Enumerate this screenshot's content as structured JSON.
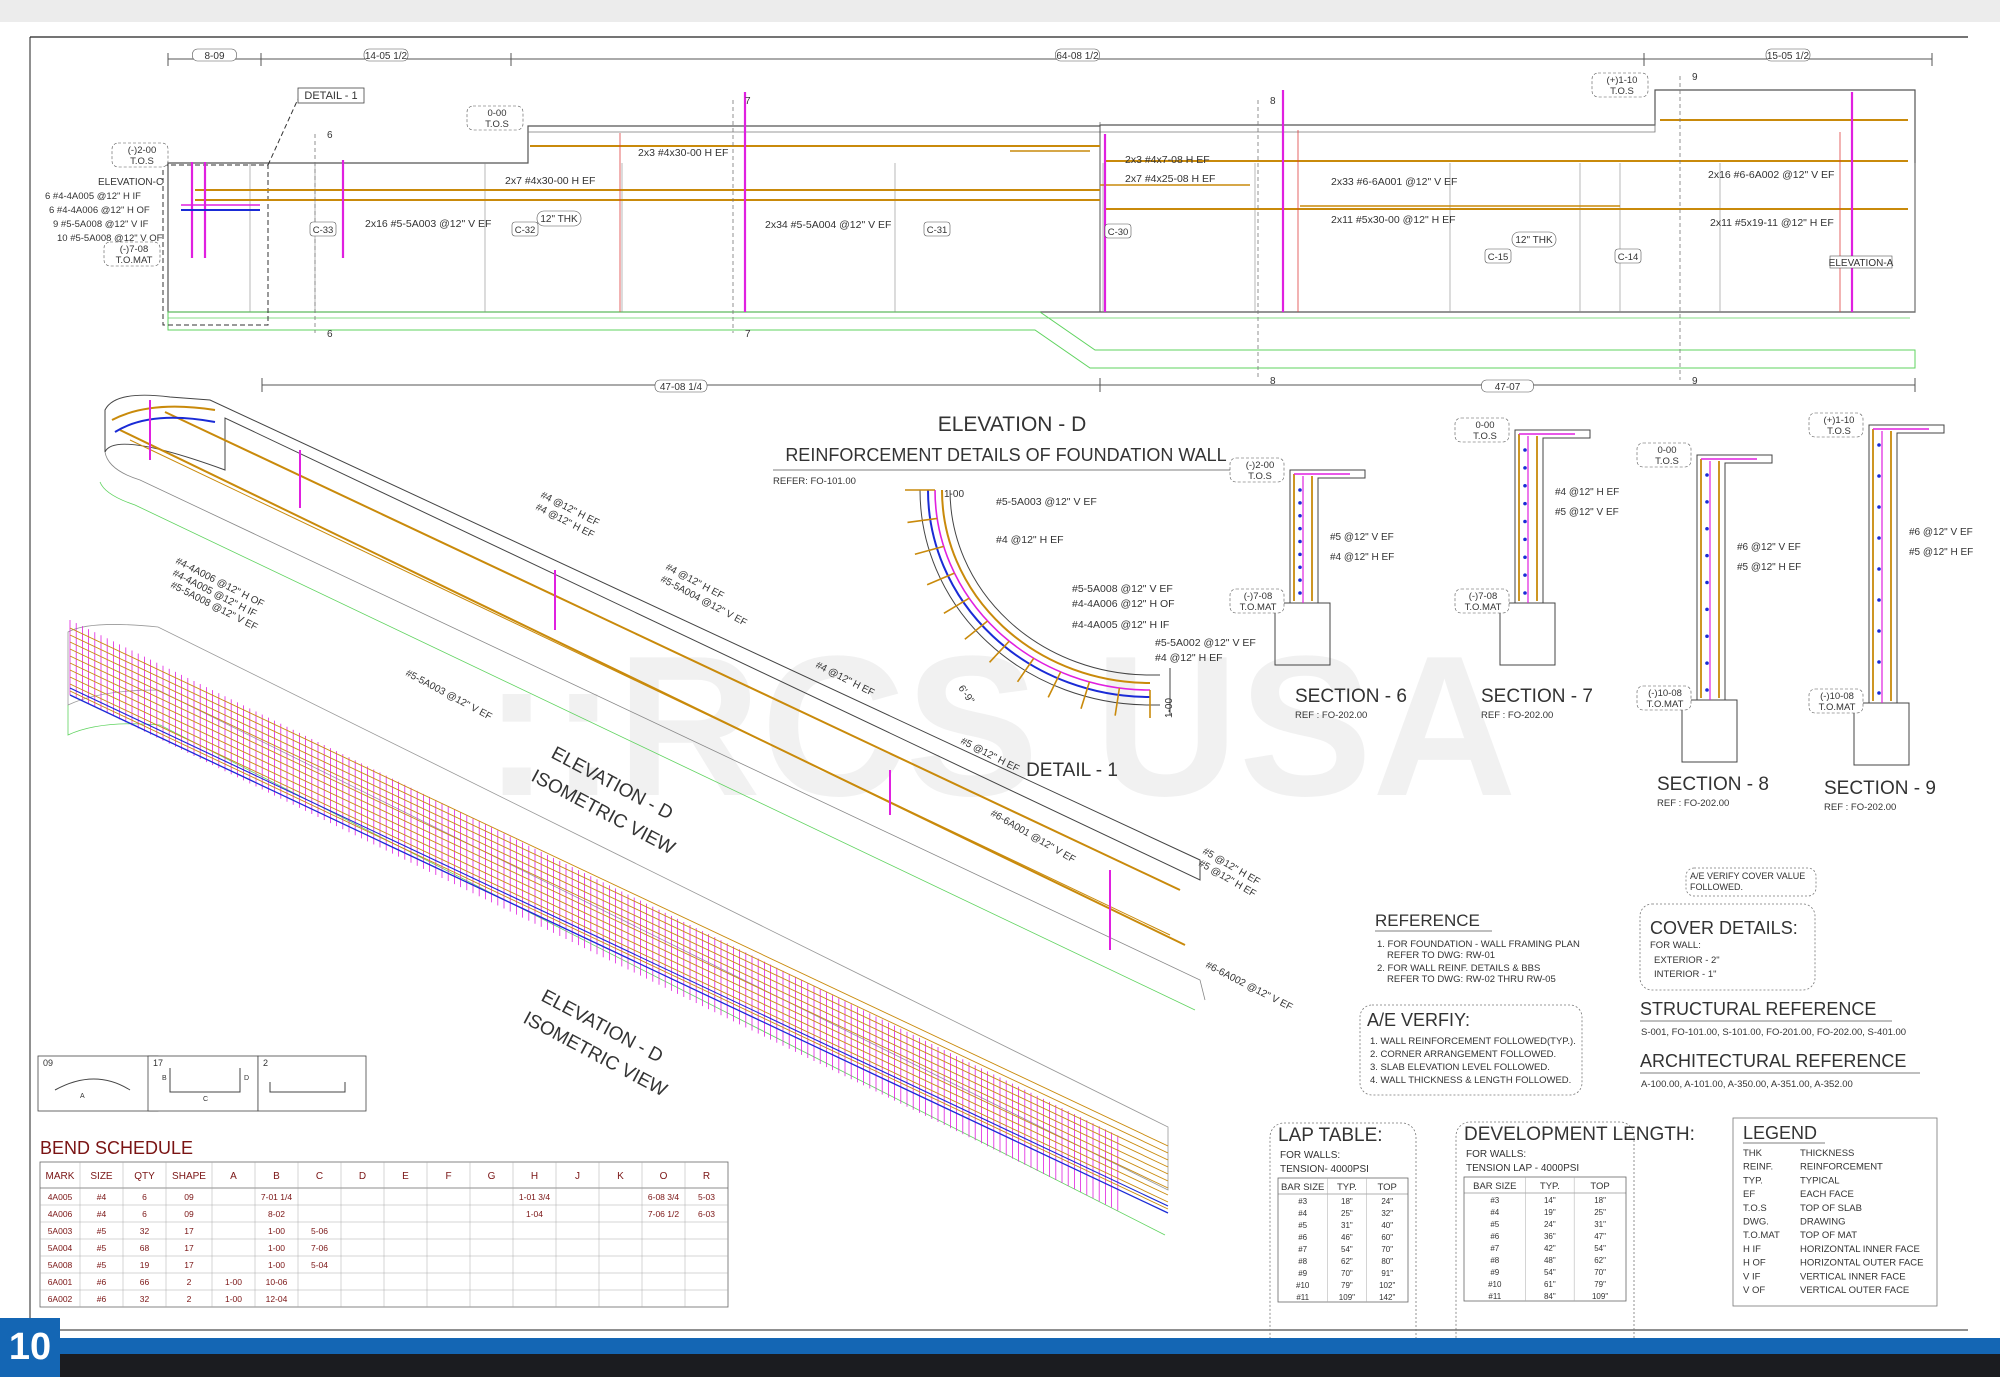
{
  "page_number": "10",
  "watermark": "::RCS USA",
  "colors": {
    "rebar_orange": "#c98a0b",
    "rebar_magenta": "#e020e0",
    "rebar_blue": "#1a2bd6",
    "concrete_green": "#5fd35f",
    "dim_gray": "#555555",
    "text_dark": "#333333",
    "bend_title": "#7a1414",
    "badge_blue": "#1466b4"
  },
  "elevation": {
    "title": "ELEVATION - D",
    "subtitle": "REINFORCEMENT DETAILS OF FOUNDATION WALL",
    "refer": "REFER: FO-101.00",
    "dims_top": [
      "8-09",
      "14-05 1/2",
      "64-08 1/2",
      "15-05 1/2"
    ],
    "dims_bottom": [
      "47-08 1/4",
      "47-07"
    ],
    "detail_tag": "DETAIL - 1",
    "elev_c": "ELEVATION-C",
    "elev_a": "ELEVATION-A",
    "levels": {
      "tos_1": "(-)2-00",
      "tos_2": "0-00",
      "tos_3": "(+)1-10",
      "tos_label": "T.O.S",
      "mat": "(-)7-08",
      "mat_label": "T.O.MAT"
    },
    "left_callouts": [
      "6 #4-4A005 @12\" H IF",
      "6 #4-4A006 @12\" H OF",
      "9 #5-5A008 @12\" V IF",
      "10 #5-5A008 @12\" V OF"
    ],
    "bar_labels": [
      "2x16 #5-5A003 @12\" V EF",
      "2x7 #4x30-00  H EF",
      "2x3 #4x30-00  H EF",
      "2x34 #5-5A004 @12\" V EF",
      "2x3 #4x7-08  H EF",
      "2x7 #4x25-08  H EF",
      "2x33 #6-6A001 @12\" V EF",
      "2x11 #5x30-00 @12\" H EF",
      "2x16 #6-6A002 @12\" V EF",
      "2x11 #5x19-11 @12\" H EF"
    ],
    "columns": [
      "C-33",
      "C-32",
      "C-31",
      "C-30",
      "C-15",
      "C-14"
    ],
    "thk": "12\" THK",
    "section_marks": [
      "6",
      "7",
      "8",
      "9"
    ]
  },
  "isometric": {
    "label_line1": "ELEVATION - D",
    "label_line2": "ISOMETRIC VIEW",
    "callouts": [
      "#4-4A006 @12\" H OF",
      "#4-4A005 @12\" H IF",
      "#5-5A008 @12\" V EF",
      "#4 @12\" H EF",
      "#4 @12\" H EF",
      "#4 @12\" H EF",
      "#5-5A004 @12\" V EF",
      "#5-5A003 @12\" V EF",
      "#4 @12\" H EF",
      "#5 @12\" H EF",
      "#6-6A001 @12\" V EF",
      "#5 @12\" H EF",
      "#5 @12\" H EF",
      "#6-6A002 @12\" V EF"
    ]
  },
  "detail1": {
    "title": "DETAIL - 1",
    "level_top": "1-00",
    "level_right": "1-00",
    "dim": "6'-9\"",
    "callouts": [
      "#5-5A003 @12\" V EF",
      "#4 @12\" H EF",
      "#5-5A008 @12\" V EF",
      "#4-4A006 @12\" H OF",
      "#4-4A005 @12\" H IF",
      "#5-5A002 @12\" V EF",
      "#4 @12\" H EF"
    ]
  },
  "sections": [
    {
      "title": "SECTION - 6",
      "ref": "REF : FO-202.00",
      "top": "(-)2-00",
      "top_label": "T.O.S",
      "bottom": "(-)7-08",
      "bottom_label": "T.O.MAT",
      "callouts": [
        "#5 @12\" V EF",
        "#4 @12\" H EF"
      ]
    },
    {
      "title": "SECTION - 7",
      "ref": "REF : FO-202.00",
      "top": "0-00",
      "top_label": "T.O.S",
      "bottom": "(-)7-08",
      "bottom_label": "T.O.MAT",
      "callouts": [
        "#4 @12\" H EF",
        "#5 @12\" V EF"
      ]
    },
    {
      "title": "SECTION - 8",
      "ref": "REF : FO-202.00",
      "top": "0-00",
      "top_label": "T.O.S",
      "bottom": "(-)10-08",
      "bottom_label": "T.O.MAT",
      "callouts": [
        "#6 @12\" V EF",
        "#5 @12\" H EF"
      ]
    },
    {
      "title": "SECTION - 9",
      "ref": "REF : FO-202.00",
      "top": "(+)1-10",
      "top_label": "T.O.S",
      "bottom": "(-)10-08",
      "bottom_label": "T.O.MAT",
      "callouts": [
        "#6 @12\" V EF",
        "#5 @12\" H EF"
      ]
    }
  ],
  "shape_keys": [
    "09",
    "17",
    "2"
  ],
  "shape_letters": [
    "A",
    "B",
    "C",
    "D"
  ],
  "bend_schedule": {
    "title": "BEND SCHEDULE",
    "headers": [
      "MARK",
      "SIZE",
      "QTY",
      "SHAPE",
      "A",
      "B",
      "C",
      "D",
      "E",
      "F",
      "G",
      "H",
      "J",
      "K",
      "O",
      "R"
    ],
    "rows": [
      [
        "4A005",
        "#4",
        "6",
        "09",
        "",
        "7-01 1/4",
        "",
        "",
        "",
        "",
        "",
        "1-01 3/4",
        "",
        "",
        "6-08 3/4",
        "5-03"
      ],
      [
        "4A006",
        "#4",
        "6",
        "09",
        "",
        "8-02",
        "",
        "",
        "",
        "",
        "",
        "1-04",
        "",
        "",
        "7-06 1/2",
        "6-03"
      ],
      [
        "5A003",
        "#5",
        "32",
        "17",
        "",
        "1-00",
        "5-06",
        "",
        "",
        "",
        "",
        "",
        "",
        "",
        "",
        ""
      ],
      [
        "5A004",
        "#5",
        "68",
        "17",
        "",
        "1-00",
        "7-06",
        "",
        "",
        "",
        "",
        "",
        "",
        "",
        "",
        ""
      ],
      [
        "5A008",
        "#5",
        "19",
        "17",
        "",
        "1-00",
        "5-04",
        "",
        "",
        "",
        "",
        "",
        "",
        "",
        "",
        ""
      ],
      [
        "6A001",
        "#6",
        "66",
        "2",
        "1-00",
        "10-06",
        "",
        "",
        "",
        "",
        "",
        "",
        "",
        "",
        "",
        ""
      ],
      [
        "6A002",
        "#6",
        "32",
        "2",
        "1-00",
        "12-04",
        "",
        "",
        "",
        "",
        "",
        "",
        "",
        "",
        "",
        ""
      ]
    ]
  },
  "reference": {
    "title": "REFERENCE",
    "items": [
      "1. FOR FOUNDATION - WALL FRAMING PLAN",
      "REFER TO DWG: RW-01",
      "2. FOR WALL REINF. DETAILS & BBS",
      "REFER TO DWG: RW-02 THRU RW-05"
    ]
  },
  "ae_verify": {
    "title": "A/E VERFIY:",
    "items": [
      "1. WALL REINFORCEMENT FOLLOWED(TYP.).",
      "2. CORNER ARRANGEMENT FOLLOWED.",
      "3. SLAB ELEVATION LEVEL FOLLOWED.",
      "4. WALL THICKNESS & LENGTH FOLLOWED."
    ]
  },
  "cover": {
    "note_line1": "A/E VERIFY COVER VALUE",
    "note_line2": "FOLLOWED.",
    "title": "COVER DETAILS:",
    "items": [
      "FOR WALL:",
      "EXTERIOR - 2\"",
      "INTERIOR - 1\""
    ]
  },
  "structural_reference": {
    "title": "STRUCTURAL REFERENCE",
    "text": "S-001, FO-101.00, S-101.00, FO-201.00, FO-202.00, S-401.00"
  },
  "architectural_reference": {
    "title": "ARCHITECTURAL REFERENCE",
    "text": "A-100.00, A-101.00, A-350.00, A-351.00, A-352.00"
  },
  "lap_table": {
    "title": "LAP TABLE:",
    "sub1": "FOR WALLS:",
    "sub2": "TENSION- 4000PSI",
    "headers": [
      "BAR SIZE",
      "TYP.",
      "TOP"
    ],
    "rows": [
      [
        "#3",
        "18\"",
        "24\""
      ],
      [
        "#4",
        "25\"",
        "32\""
      ],
      [
        "#5",
        "31\"",
        "40\""
      ],
      [
        "#6",
        "46\"",
        "60\""
      ],
      [
        "#7",
        "54\"",
        "70\""
      ],
      [
        "#8",
        "62\"",
        "80\""
      ],
      [
        "#9",
        "70\"",
        "91\""
      ],
      [
        "#10",
        "79\"",
        "102\""
      ],
      [
        "#11",
        "109\"",
        "142\""
      ]
    ]
  },
  "development_length": {
    "title": "DEVELOPMENT LENGTH:",
    "sub1": "FOR WALLS:",
    "sub2": "TENSION LAP - 4000PSI",
    "headers": [
      "BAR SIZE",
      "TYP.",
      "TOP"
    ],
    "rows": [
      [
        "#3",
        "14\"",
        "18\""
      ],
      [
        "#4",
        "19\"",
        "25\""
      ],
      [
        "#5",
        "24\"",
        "31\""
      ],
      [
        "#6",
        "36\"",
        "47\""
      ],
      [
        "#7",
        "42\"",
        "54\""
      ],
      [
        "#8",
        "48\"",
        "62\""
      ],
      [
        "#9",
        "54\"",
        "70\""
      ],
      [
        "#10",
        "61\"",
        "79\""
      ],
      [
        "#11",
        "84\"",
        "109\""
      ]
    ]
  },
  "legend": {
    "title": "LEGEND",
    "items": [
      [
        "THK",
        "THICKNESS"
      ],
      [
        "REINF.",
        "REINFORCEMENT"
      ],
      [
        "TYP.",
        "TYPICAL"
      ],
      [
        "EF",
        "EACH FACE"
      ],
      [
        "T.O.S",
        "TOP OF SLAB"
      ],
      [
        "DWG.",
        "DRAWING"
      ],
      [
        "T.O.MAT",
        "TOP OF MAT"
      ],
      [
        "H IF",
        "HORIZONTAL INNER FACE"
      ],
      [
        "H OF",
        "HORIZONTAL OUTER FACE"
      ],
      [
        "V IF",
        "VERTICAL INNER FACE"
      ],
      [
        "V OF",
        "VERTICAL OUTER FACE"
      ]
    ]
  }
}
